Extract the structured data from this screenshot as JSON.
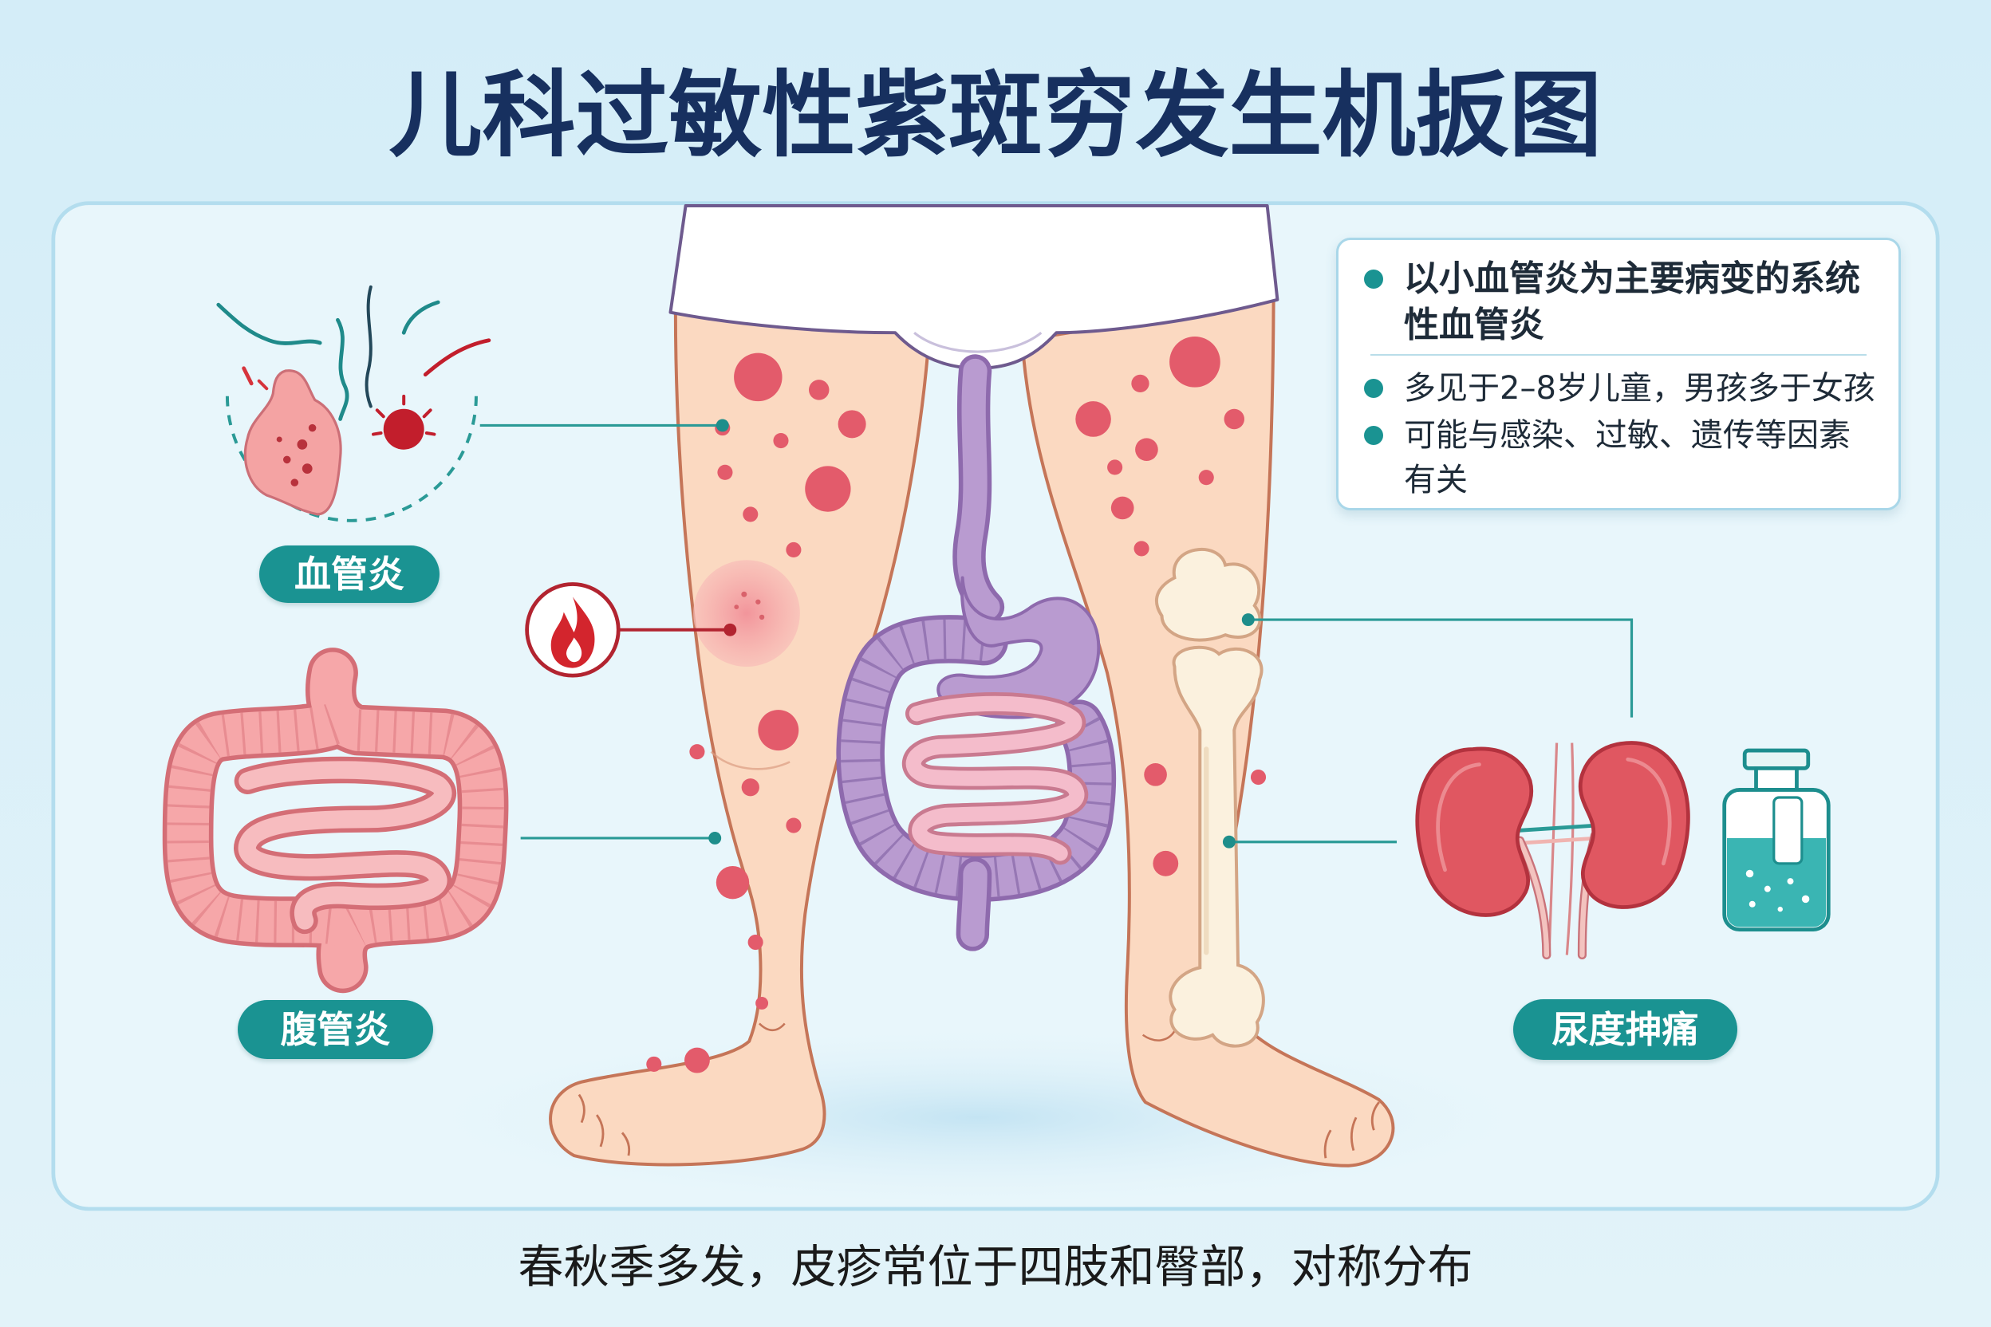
{
  "title": "儿科过敏性紫斑穷发生机扳图",
  "info_box": {
    "items": [
      "以小血管炎为主要病变的系统性血管炎",
      "多见于2–8岁儿童，男孩多于女孩",
      "可能与感染、过敏、遗传等因素有关"
    ]
  },
  "labels": {
    "vasculitis": "血管炎",
    "abdominal": "腹管炎",
    "renal": "尿度抻痛"
  },
  "caption": "春秋季多发，皮疹常位于四肢和臀部，对称分布",
  "colors": {
    "title": "#17305f",
    "accent_teal": "#1a9392",
    "rash_red": "#e35b6b",
    "skin": "#fbd9c1",
    "digestive_purple": "#b99bd0",
    "kidney_red": "#e05761",
    "alert_red": "#c21e2c"
  },
  "icons": [
    "blood-vessel-icon",
    "fire-icon",
    "intestine-icon",
    "bone-icon",
    "kidney-icon",
    "urine-bottle-icon"
  ]
}
